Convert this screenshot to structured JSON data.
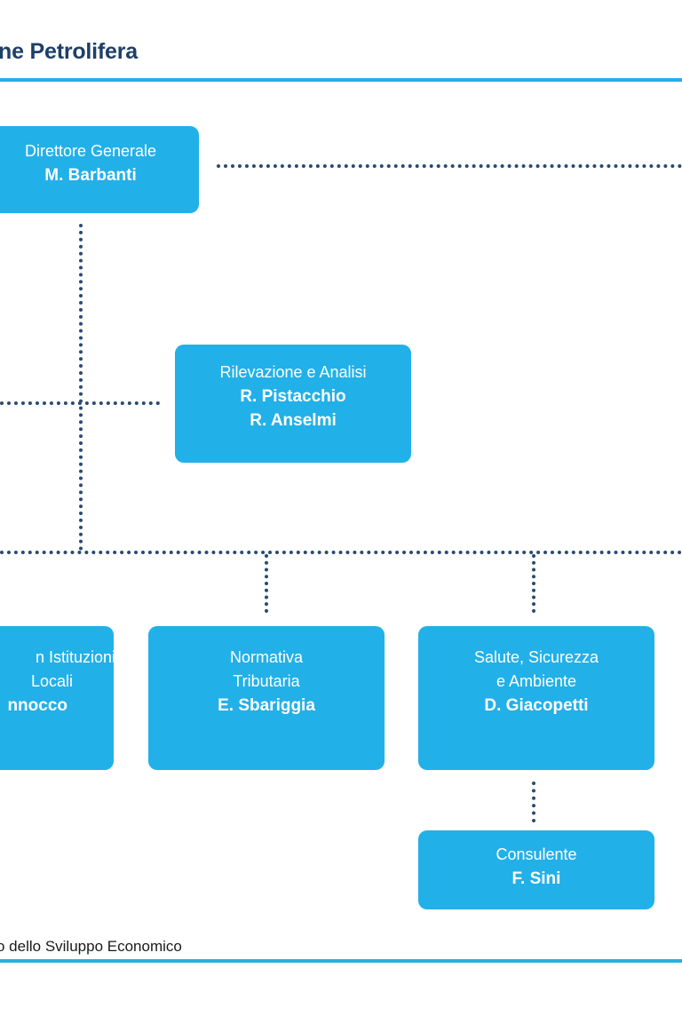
{
  "title": "ne Petrolifera",
  "boxes": {
    "director": {
      "role": "Direttore Generale",
      "name": "M. Barbanti"
    },
    "analysis": {
      "role": "Rilevazione e Analisi",
      "name1": "R. Pistacchio",
      "name2": "R. Anselmi"
    },
    "institutions": {
      "role1": "n Istituzioni",
      "role2": "Locali",
      "name": "nnocco"
    },
    "tax": {
      "role1": "Normativa",
      "role2": "Tributaria",
      "name": "E. Sbariggia"
    },
    "safety": {
      "role1": "Salute, Sicurezza",
      "role2": "e Ambiente",
      "name": "D. Giacopetti"
    },
    "consultant": {
      "role": "Consulente",
      "name": "F. Sini"
    }
  },
  "source": "o dello Sviluppo Economico",
  "colors": {
    "box": "#22b0e8",
    "connector": "#2a4a72",
    "title": "#1e3f66",
    "rule": "#29aee6"
  }
}
